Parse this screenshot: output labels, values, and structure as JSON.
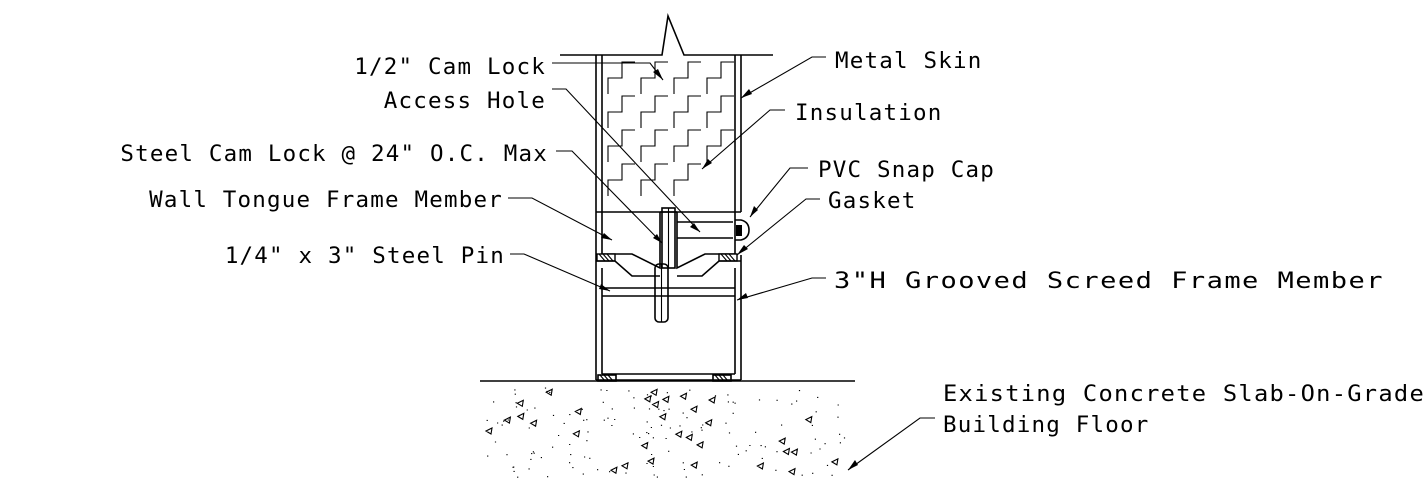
{
  "labels": {
    "cam_lock_size": "1/2\" Cam Lock",
    "access_hole": "Access Hole",
    "steel_cam_lock": "Steel Cam Lock @ 24\" O.C. Max",
    "wall_tongue": "Wall Tongue Frame Member",
    "steel_pin": "1/4\" x 3\" Steel Pin",
    "metal_skin": "Metal Skin",
    "insulation": "Insulation",
    "pvc_snap_cap": "PVC Snap Cap",
    "gasket": "Gasket",
    "screed_frame": "3\"H Grooved Screed Frame Member",
    "slab_line1": "Existing Concrete Slab-On-Grade",
    "slab_line2": "Building Floor"
  },
  "colors": {
    "line": "#000000",
    "background": "#ffffff"
  }
}
